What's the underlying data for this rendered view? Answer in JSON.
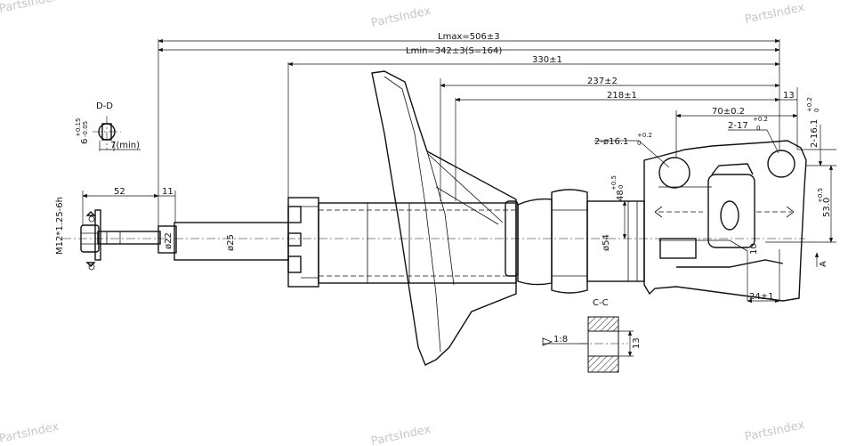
{
  "watermark": "PartsIndex",
  "dimensions": {
    "lmax": "Lmax=506±3",
    "lmin": "Lmin=342±3(S=164)",
    "d330": "330±1",
    "d237": "237±2",
    "d218": "218±1",
    "d13_top": "13",
    "d70": "70±0.2",
    "d2_17": "2-17",
    "d2_17_tol_up": "+0.2",
    "d2_17_tol_dn": "0",
    "d2_16": "2-16.1",
    "d2_16_tol_up": "+0.2",
    "d2_16_tol_dn": "0",
    "phi16": "2-ø16.1",
    "phi16_tol_up": "+0.2",
    "phi16_tol_dn": "0",
    "d48": "48",
    "d48_tol_up": "+0.5",
    "d48_tol_dn": "0",
    "d53": "53.0",
    "d53_tol": "+0.5",
    "phi54": "ø54",
    "phi25": "ø25",
    "phi22": "ø22",
    "d52": "52",
    "d11": "11",
    "thread": "M12*1.25-6h",
    "d10": "10",
    "d24": "24±1",
    "dd_label": "D-D",
    "dd_6": "6",
    "dd_6_tol_up": "+0.15",
    "dd_6_tol_dn": "-0.05",
    "dd_7": "7(min)",
    "cc_label": "C-C",
    "cc_taper": "1:8",
    "cc_13": "13",
    "a_label": "A"
  }
}
